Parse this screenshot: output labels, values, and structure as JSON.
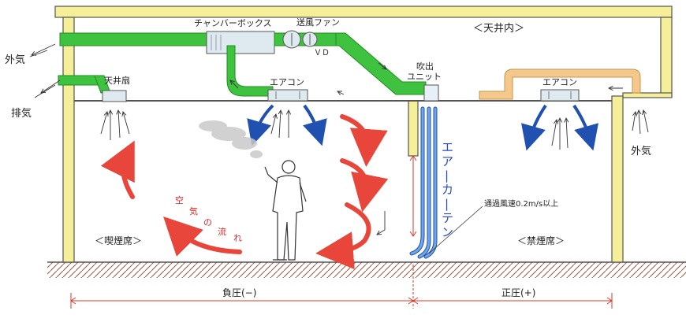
{
  "labels": {
    "ceiling_space": "＜天井内＞",
    "outside_air_left": "外気",
    "exhaust": "排気",
    "chamber_box": "チャンバーボックス",
    "supply_fan": "送風ファン",
    "vd": "ＶＤ",
    "ceiling_fan": "天井扇",
    "aircon_left": "エアコン",
    "outlet_unit": "吹出\nユニット",
    "aircon_right": "エアコン",
    "outside_air_right": "外気",
    "air_curtain": "エアーカーテン",
    "air_flow": "空気の流れ",
    "smoking_area": "＜喫煙席＞",
    "non_smoking_area": "＜禁煙席＞",
    "velocity_note": "通過風速0.2m/s以上",
    "negative_pressure": "負圧(−)",
    "positive_pressure": "正圧(+)"
  },
  "colors": {
    "wall_fill": "#f5ef9a",
    "wall_stroke": "#555555",
    "duct_green": "#3fc23f",
    "duct_green_dark": "#1f8f1f",
    "duct_orange": "#f3c88a",
    "arrow_red": "#e8463a",
    "arrow_blue": "#2050b0",
    "curtain_blue": "#6fa6e6",
    "dimension_red": "#d83a2a",
    "ground": "#9a5a40",
    "text_blue": "#2548c8",
    "text_red": "#d8282a"
  }
}
